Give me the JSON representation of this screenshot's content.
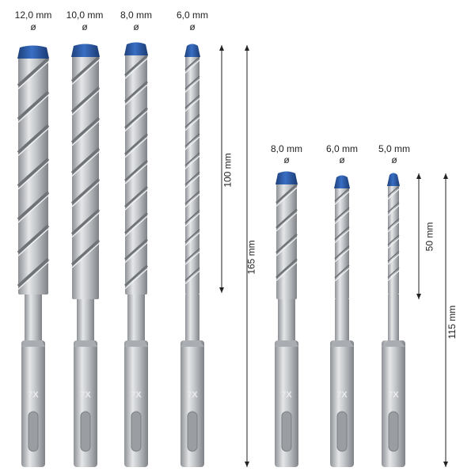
{
  "diameter_symbol": "ø",
  "bits": [
    {
      "diameter": "12,0 mm"
    },
    {
      "diameter": "10,0 mm"
    },
    {
      "diameter": "8,0 mm"
    },
    {
      "diameter": "6,0 mm"
    },
    {
      "diameter": "8,0 mm"
    },
    {
      "diameter": "6,0 mm"
    },
    {
      "diameter": "5,0 mm"
    }
  ],
  "dimensions": {
    "long_working": "100 mm",
    "long_total": "165 mm",
    "short_working": "50 mm",
    "short_total": "115 mm"
  },
  "shank_mark": "7X",
  "colors": {
    "tip": "#2a5aa8",
    "steel": "#c6c8cb",
    "steel_dark": "#8e9196",
    "line": "#222222"
  }
}
